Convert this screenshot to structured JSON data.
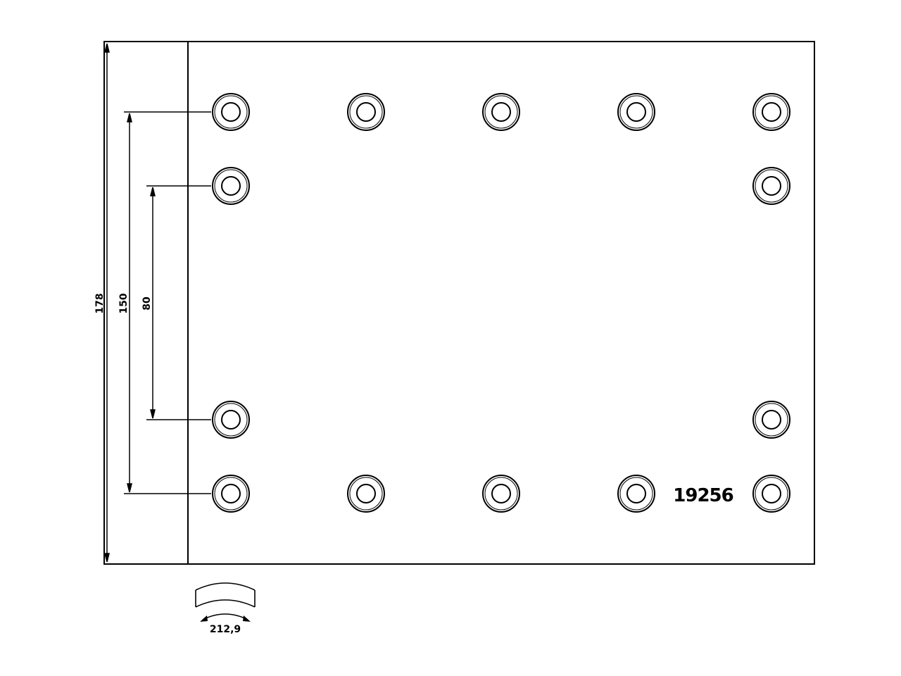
{
  "drawing": {
    "part_number": "19256",
    "dimensions": {
      "overall_height": "178",
      "outer_hole_spacing": "150",
      "inner_hole_spacing": "80",
      "arc_length": "212,9"
    },
    "holes": {
      "columns": 5,
      "full_rows": [
        "top",
        "bottom"
      ],
      "end_rows": [
        "upper-middle",
        "lower-middle"
      ]
    },
    "colors": {
      "line": "#000000",
      "background": "#ffffff"
    }
  }
}
